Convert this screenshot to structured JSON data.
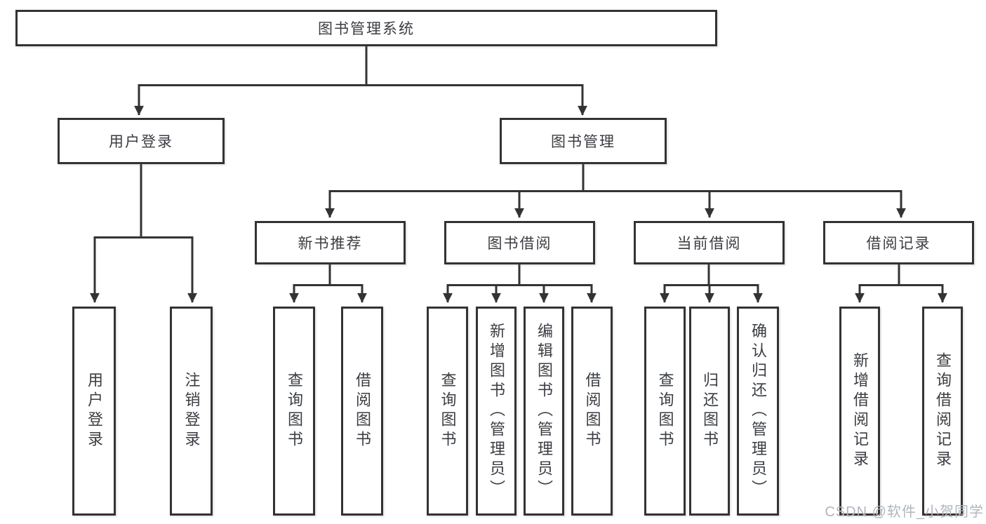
{
  "diagram_title": "图书管理系统",
  "watermark": "CSDN @软件_小贺同学",
  "colors": {
    "line": "#333333",
    "box_border": "#333333",
    "text": "#3a3d42",
    "watermark": "#b0b5bd",
    "background": "#ffffff"
  },
  "nodes": {
    "root": {
      "label": "图书管理系统"
    },
    "level2": [
      {
        "label": "用户登录"
      },
      {
        "label": "图书管理"
      }
    ],
    "level3": [
      {
        "label": "新书推荐"
      },
      {
        "label": "图书借阅"
      },
      {
        "label": "当前借阅"
      },
      {
        "label": "借阅记录"
      }
    ],
    "level4": {
      "login": [
        {
          "label": "用户登录"
        },
        {
          "label": "注销登录"
        }
      ],
      "newbook": [
        {
          "label": "查询图书"
        },
        {
          "label": "借阅图书"
        }
      ],
      "borrow": [
        {
          "label": "查询图书"
        },
        {
          "label": "新增图书（管理员）"
        },
        {
          "label": "编辑图书（管理员）"
        },
        {
          "label": "借阅图书"
        }
      ],
      "current": [
        {
          "label": "查询图书"
        },
        {
          "label": "归还图书"
        },
        {
          "label": "确认归还（管理员）"
        }
      ],
      "records": [
        {
          "label": "新增借阅记录"
        },
        {
          "label": "查询借阅记录"
        }
      ]
    }
  }
}
